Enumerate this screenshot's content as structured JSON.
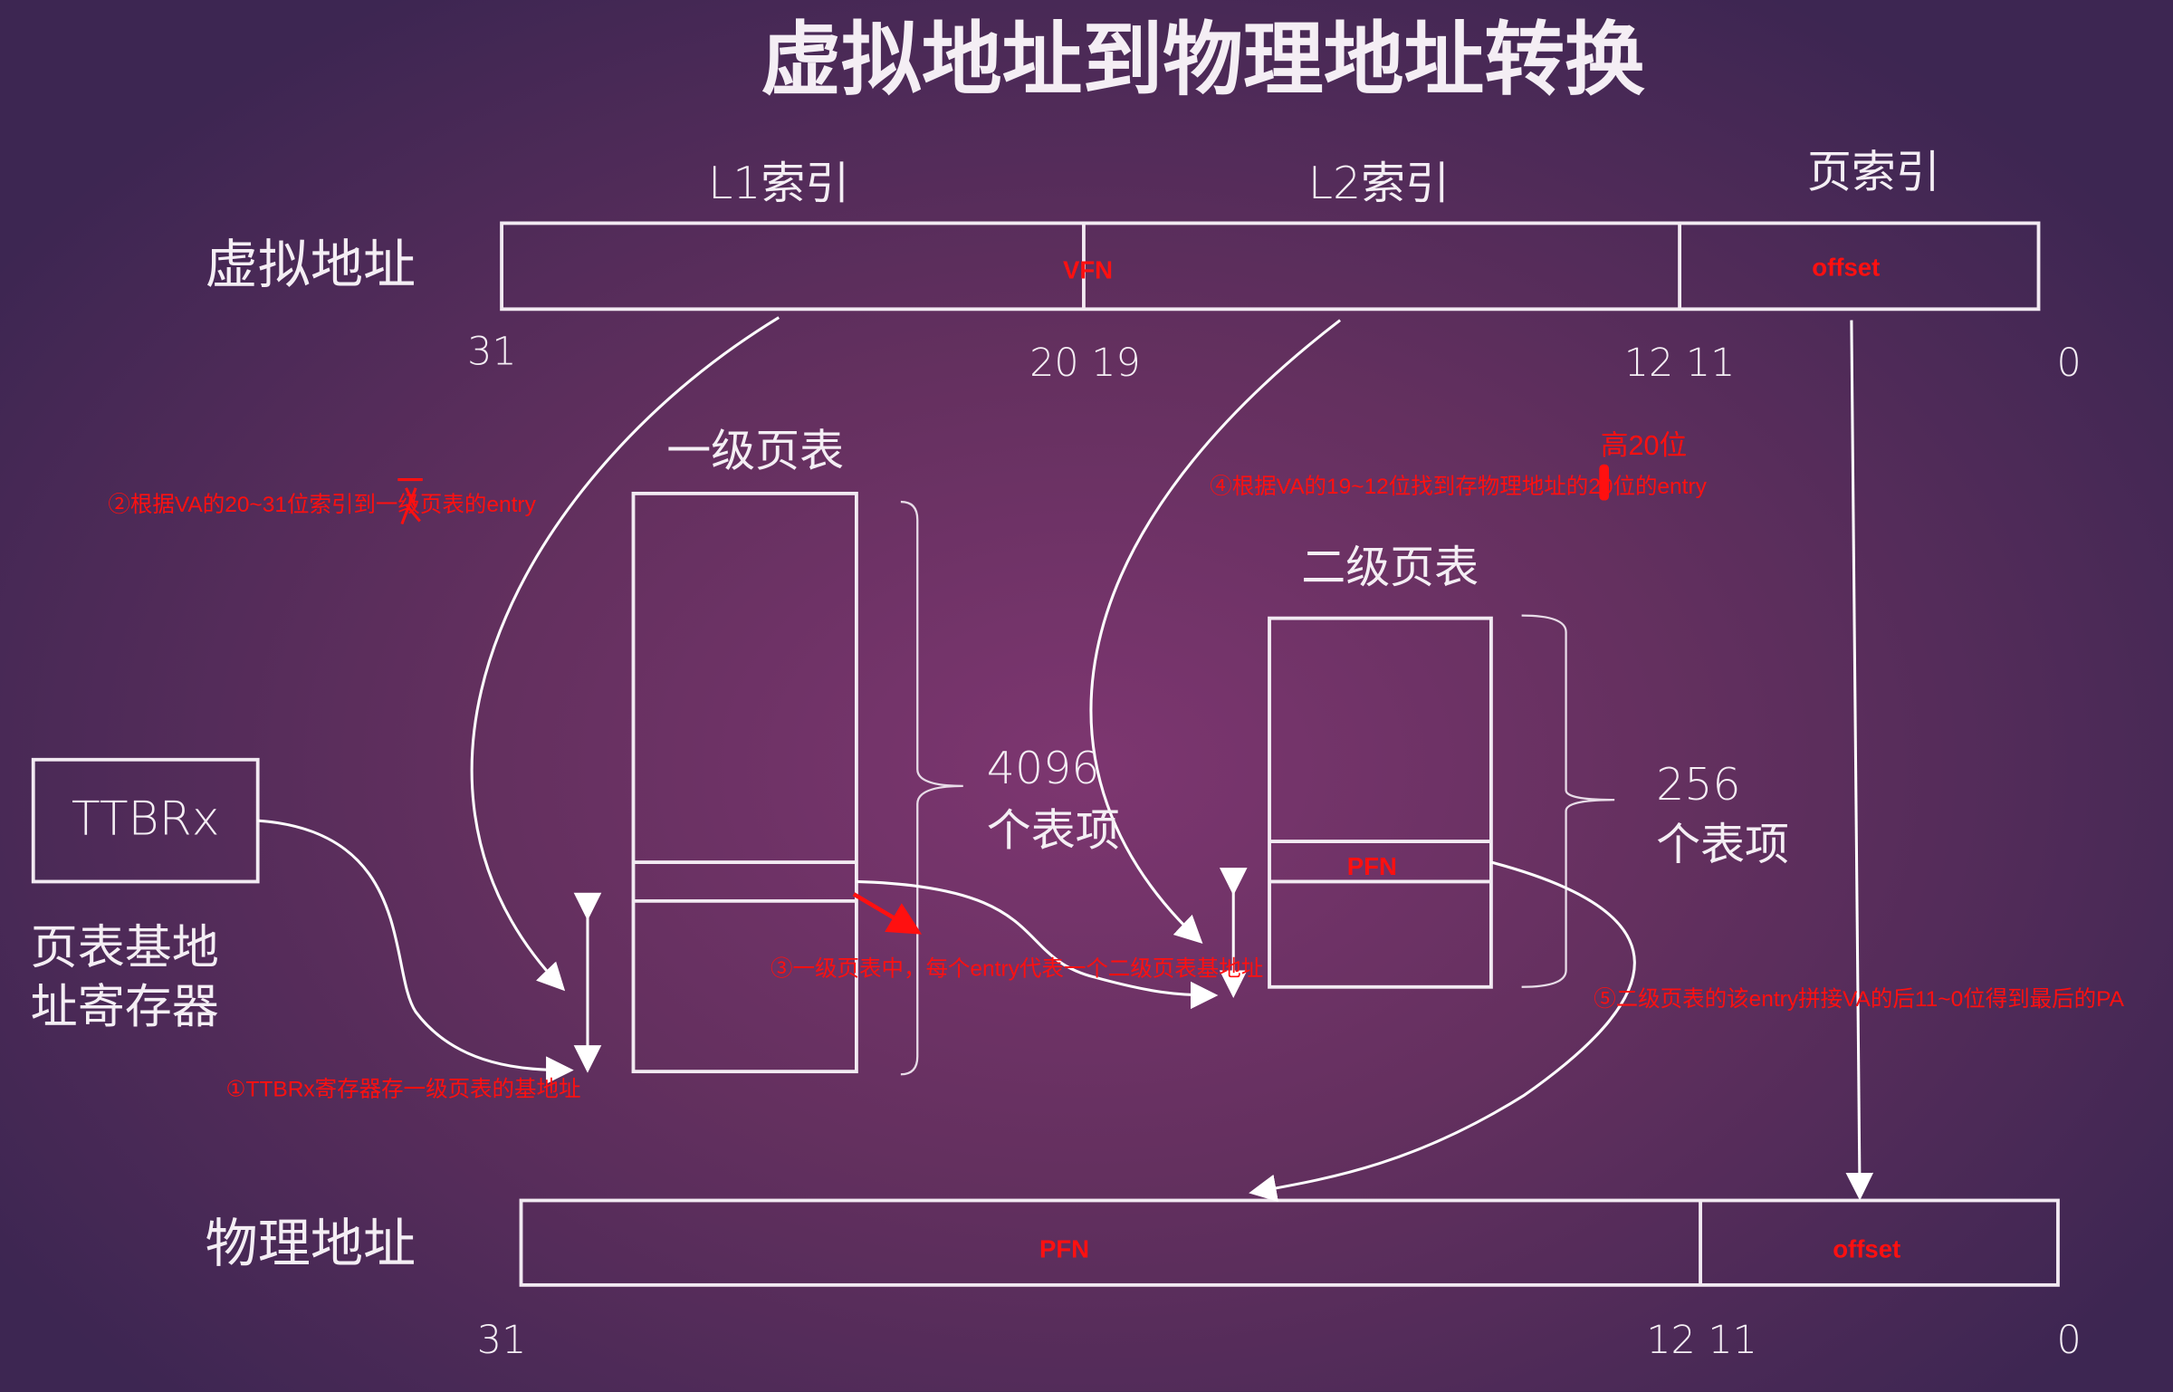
{
  "title": "虚拟地址到物理地址转换",
  "virtual": {
    "label": "虚拟地址",
    "fields": [
      "L1索引",
      "L2索引",
      "页索引"
    ],
    "vfn": "VFN",
    "offset": "offset",
    "bits": [
      "31",
      "20 19",
      "12 11",
      "0"
    ]
  },
  "physical": {
    "label": "物理地址",
    "pfn": "PFN",
    "offset": "offset",
    "bits": [
      "31",
      "12 11",
      "0"
    ]
  },
  "l1": {
    "label": "一级页表",
    "count": "4096",
    "count_unit": "个表项"
  },
  "l2": {
    "label": "二级页表",
    "count": "256",
    "count_unit": "个表项",
    "pfn": "PFN"
  },
  "ttbr": {
    "label": "TTBRx",
    "desc1": "页表基地",
    "desc2": "址寄存器"
  },
  "annotations": {
    "a1": "①TTBRx寄存器存一级页表的基地址",
    "a2": "②根据VA的20~31位索引到一级页表的entry",
    "a3": "③一级页表中，每个entry代表一个二级页表基地址",
    "a4": "④根据VA的19~12位找到存物理地址的20位的entry",
    "a4_note": "高20位",
    "a5": "⑤二级页表的该entry拼接VA的后11~0位得到最后的PA"
  },
  "colors": {
    "annotation": "#ff1010",
    "line": "#ffffff"
  }
}
